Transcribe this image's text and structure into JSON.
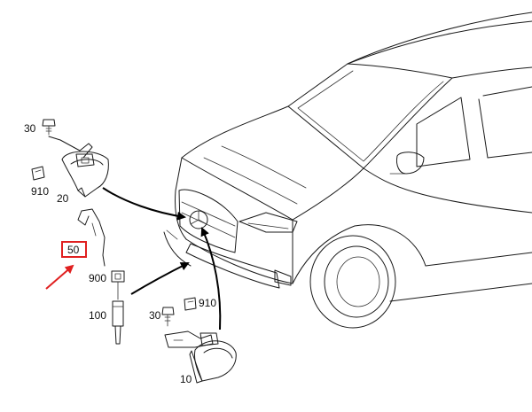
{
  "labels": {
    "p30_top": "30",
    "p910_top": "910",
    "p20": "20",
    "p50": "50",
    "p900": "900",
    "p100": "100",
    "p30_bottom": "30",
    "p910_bottom": "910",
    "p10": "10"
  },
  "colors": {
    "line": "#1a1a1a",
    "highlight": "#e02020",
    "arrow": "#000000"
  }
}
